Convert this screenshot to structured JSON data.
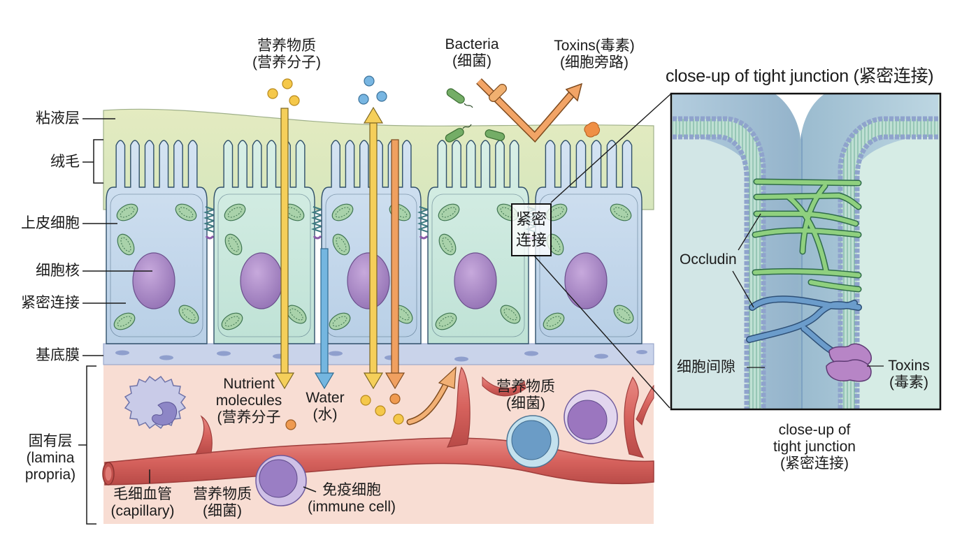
{
  "figure": {
    "title": "Intestinal epithelial barrier and tight junction",
    "left_labels": {
      "mucus_layer": "粘液层",
      "villi": "绒毛",
      "epithelial_cell": "上皮细胞",
      "nucleus": "细胞核",
      "tight_junction": "紧密连接",
      "basement_membrane": "基底膜",
      "lamina_propria": [
        "固有层",
        "(lamina",
        "propria)"
      ]
    },
    "top_labels": {
      "nutrients": [
        "营养物质",
        "(营养分子)"
      ],
      "bacteria": [
        "Bacteria",
        "(细菌)"
      ],
      "toxins": [
        "Toxins(毒素)",
        "(细胞旁路)"
      ]
    },
    "tight_junction_box": [
      "紧密",
      "连接"
    ],
    "lower_labels": {
      "nutrient_molecules": [
        "Nutrient",
        "molecules",
        "(营养分子"
      ],
      "water": [
        "Water",
        "(水)"
      ],
      "capillary": [
        "毛细血管",
        "(capillary)"
      ],
      "nutrients_bacteria_1": [
        "营养物质",
        "(细菌)"
      ],
      "immune_cell": [
        "免疫细胞",
        "(immune cell)"
      ],
      "nutrients_bacteria_2": [
        "营养物质",
        "(细菌)"
      ]
    },
    "closeup": {
      "title": "close-up of tight junction (紧密连接)",
      "occludin": "Occludin",
      "intercellular_space": "细胞间隙",
      "toxins": [
        "Toxins",
        "(毒素)"
      ],
      "caption": [
        "close-up of",
        "tight junction",
        "(紧密连接)"
      ]
    },
    "colors": {
      "mucus": "#e6ebc4",
      "cell_blue": "#c7d9ea",
      "cell_green": "#cfe8dc",
      "outline": "#2f4f6a",
      "nucleus": "#a98bc4",
      "mitochondria": "#8fbf98",
      "basement": "#c4cfe6",
      "lamina": "#f8dcd2",
      "vessel": "#d9605c",
      "nutrient_yellow": "#f5c84a",
      "water_blue": "#6fb3de",
      "toxin_orange": "#ef9a55",
      "bacteria_green": "#6ea862",
      "claudin_green": "#7fc97a",
      "occludin_blue": "#5d8fc0",
      "toxin_purple": "#a87ab8",
      "closeup_bg": "#d8ece6"
    }
  }
}
